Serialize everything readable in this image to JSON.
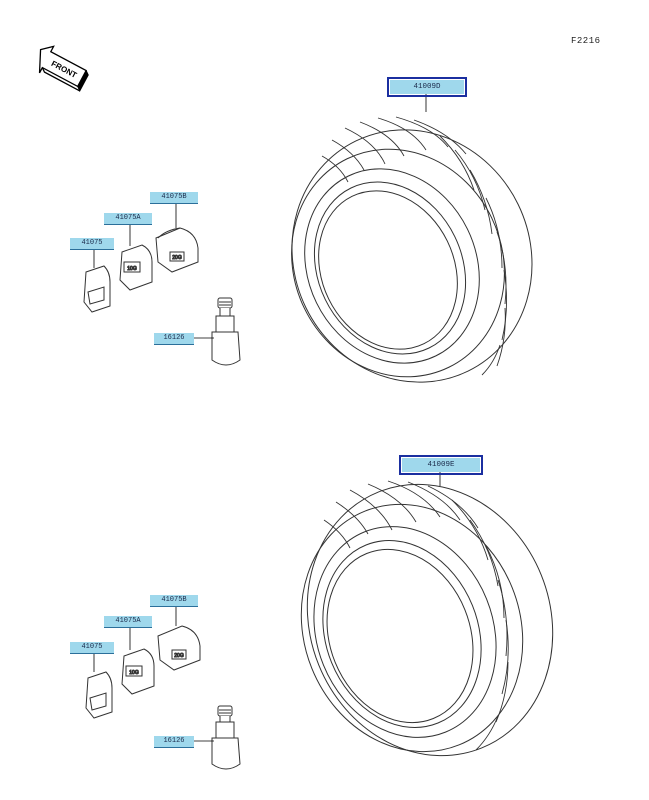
{
  "page_code": "F2216",
  "front_label": "FRONT",
  "parts": {
    "upper": {
      "tire": "41009D",
      "weight_b": "41075B",
      "weight_a": "41075A",
      "weight": "41075",
      "valve": "16126"
    },
    "lower": {
      "tire": "41009E",
      "weight_b": "41075B",
      "weight_a": "41075A",
      "weight": "41075",
      "valve": "16126"
    }
  },
  "weight_marks": {
    "a": "10G",
    "b": "20G"
  }
}
